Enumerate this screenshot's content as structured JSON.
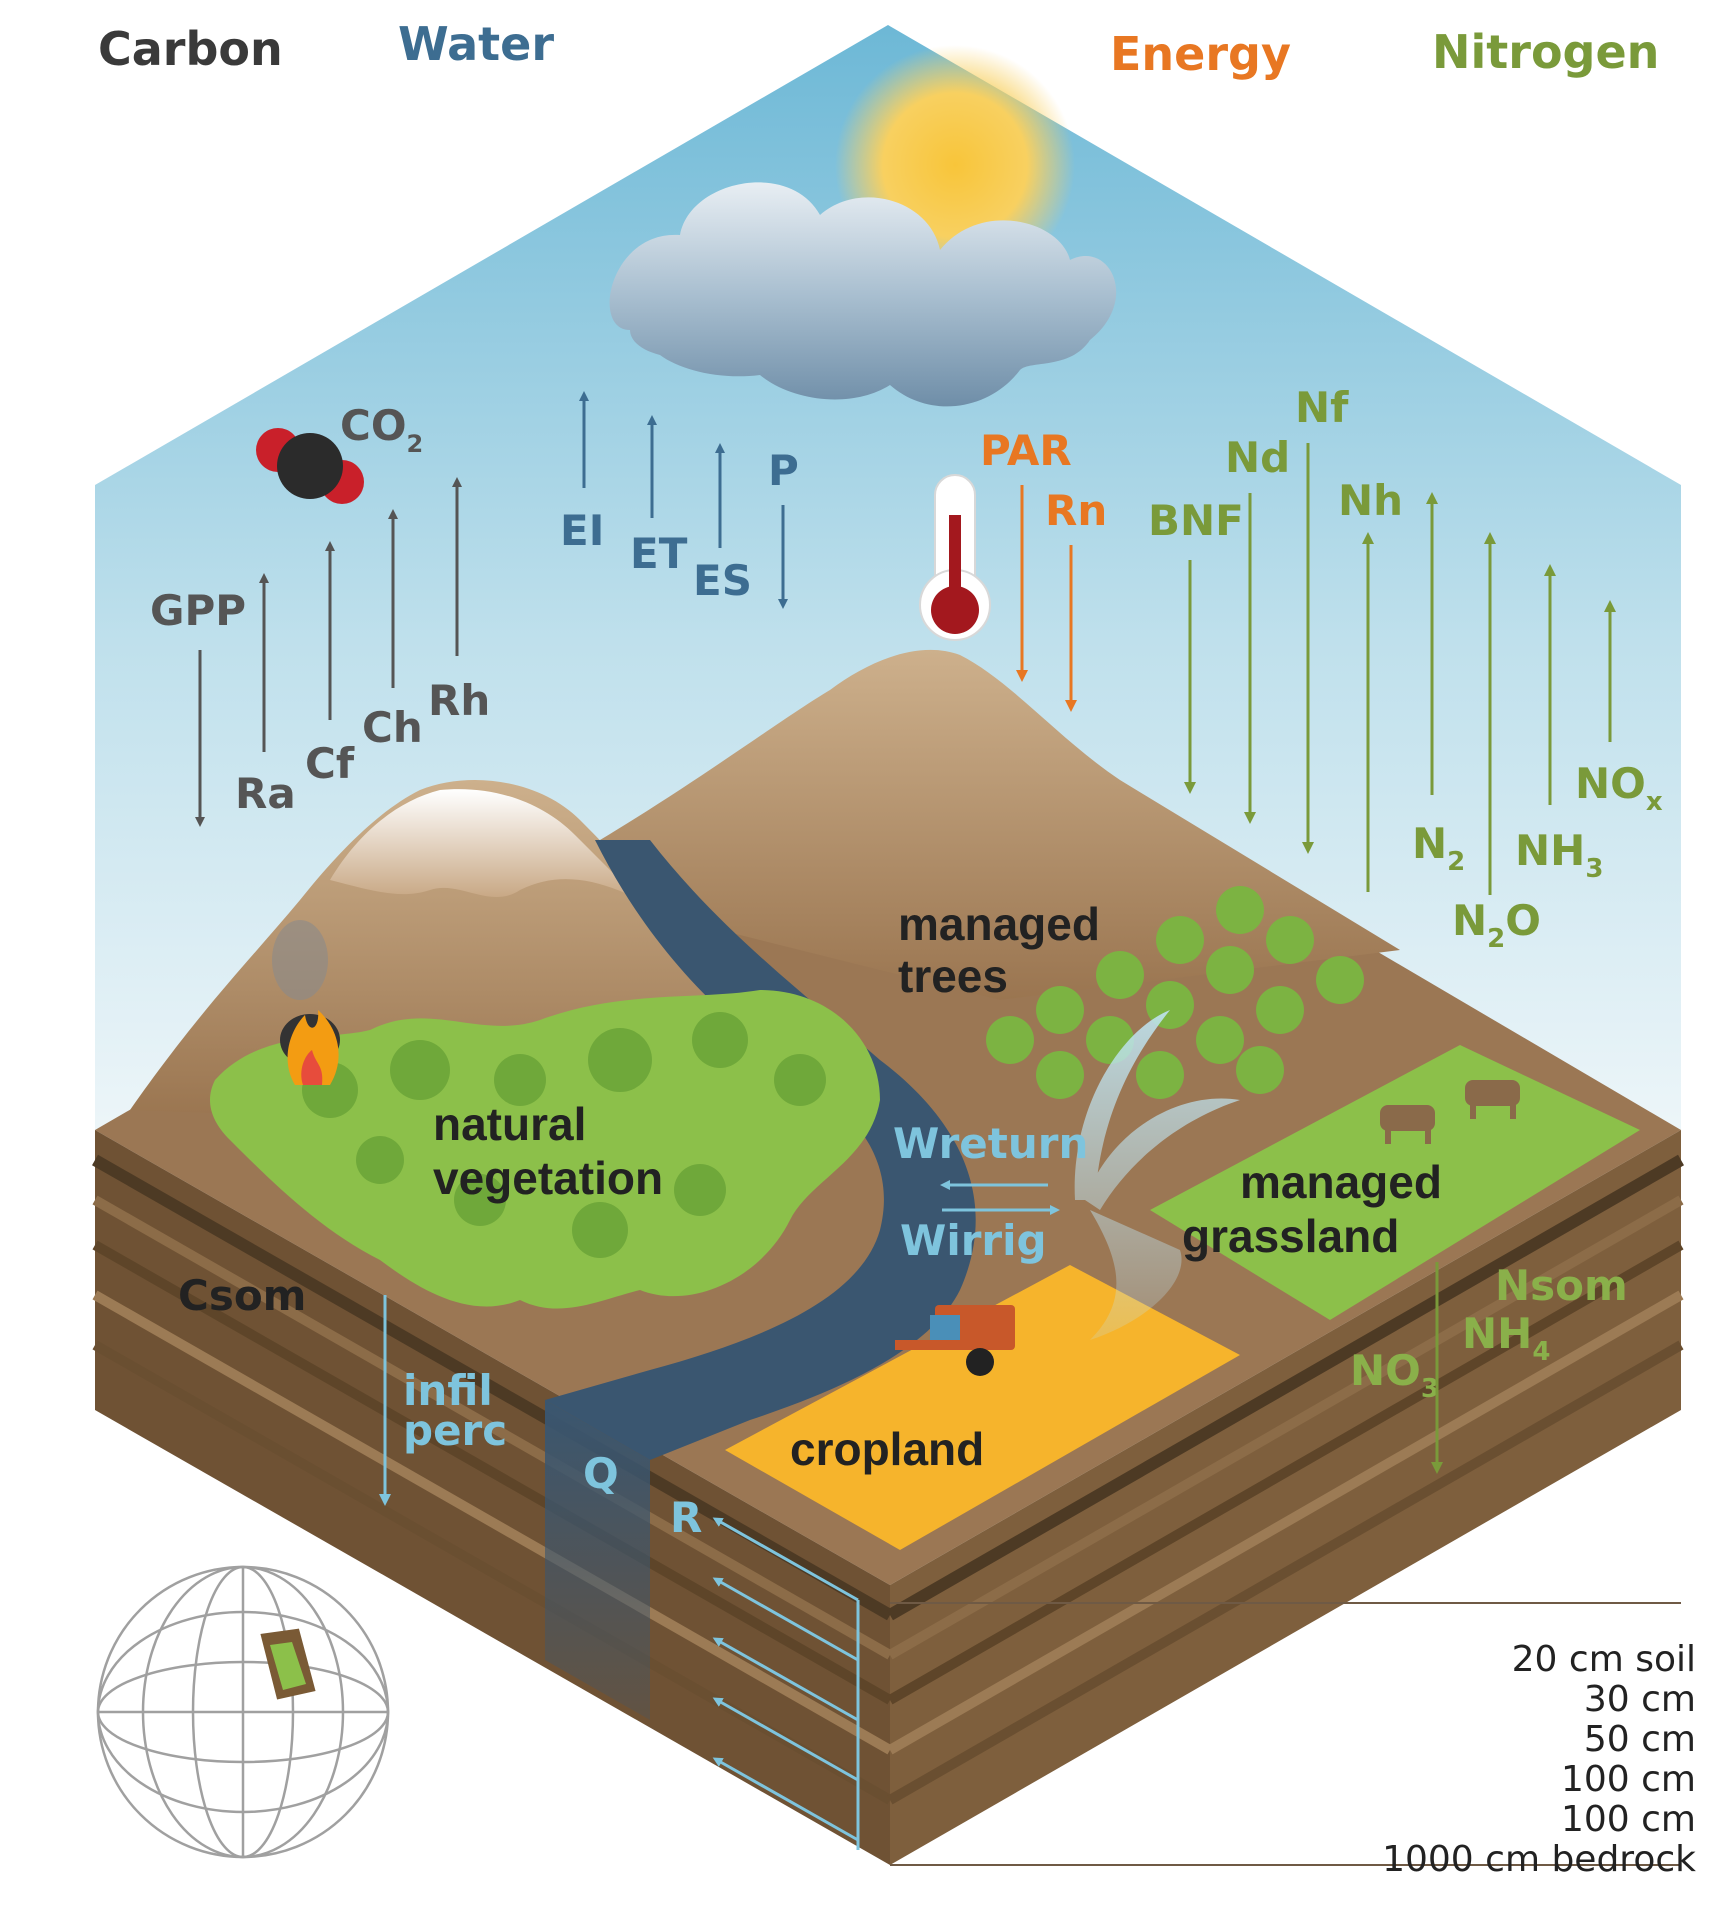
{
  "headers": {
    "carbon": "Carbon",
    "water": "Water",
    "energy": "Energy",
    "nitrogen": "Nitrogen"
  },
  "colors": {
    "carbon": "#555555",
    "water": "#3d6d91",
    "energy": "#e87722",
    "nitrogen": "#7a9a3a",
    "soil_water": "#7ec4dd",
    "sky_top": "#7fbfd8",
    "sky_bottom": "#e8f3f8",
    "river": "#3a5670",
    "grass": "#8cc04a",
    "crop": "#f6b42c",
    "soil": "#8a6a45"
  },
  "carbon_fluxes": {
    "co2": "CO",
    "co2_sub": "2",
    "gpp": "GPP",
    "ra": "Ra",
    "cf": "Cf",
    "ch": "Ch",
    "rh": "Rh",
    "csom": "Csom"
  },
  "water_fluxes": {
    "ei": "EI",
    "et": "ET",
    "es": "ES",
    "p": "P",
    "wreturn": "Wreturn",
    "wirrig": "Wirrig",
    "infil": "infil",
    "perc": "perc",
    "q": "Q",
    "r": "R"
  },
  "energy_fluxes": {
    "par": "PAR",
    "rn": "Rn"
  },
  "nitrogen_fluxes": {
    "bnf": "BNF",
    "nd": "Nd",
    "nf": "Nf",
    "nh": "Nh",
    "n2": "N",
    "n2_sub": "2",
    "n2o_a": "N",
    "n2o_sub": "2",
    "n2o_b": "O",
    "nh3": "NH",
    "nh3_sub": "3",
    "nox": "NO",
    "nox_sub": "x",
    "nsom": "Nsom",
    "nh4": "NH",
    "nh4_sub": "4",
    "no3": "NO",
    "no3_sub": "3"
  },
  "land_uses": {
    "natural_1": "natural",
    "natural_2": "vegetation",
    "trees_1": "managed",
    "trees_2": "trees",
    "grass_1": "managed",
    "grass_2": "grassland",
    "cropland": "cropland"
  },
  "soil_layers": [
    "20 cm soil",
    "30 cm",
    "50 cm",
    "100 cm",
    "100 cm",
    "1000 cm bedrock"
  ]
}
